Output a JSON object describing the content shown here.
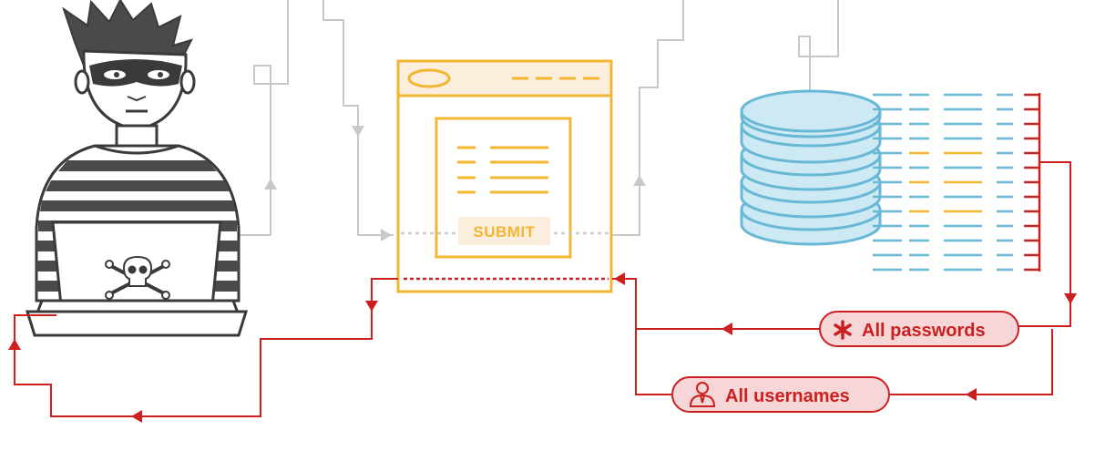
{
  "form": {
    "submit_label": "SUBMIT"
  },
  "labels": {
    "passwords": "All passwords",
    "usernames": "All usernames"
  },
  "colors": {
    "gray_line": "#c8c8c8",
    "dark_gray": "#4a4a4a",
    "accent_orange": "#f2b632",
    "orange_fill": "#fbeedc",
    "db_blue": "#69b8d6",
    "db_fill": "#cdeaf4",
    "red": "#cc1f1f",
    "pill_fill": "#f6d6d6"
  },
  "icons": {
    "hacker": "hacker-illustration",
    "laptop": "laptop-icon",
    "skull": "skull-crossbones-icon",
    "browser": "browser-window-icon",
    "database": "database-icon",
    "asterisk": "asterisk-icon",
    "user": "user-icon"
  }
}
